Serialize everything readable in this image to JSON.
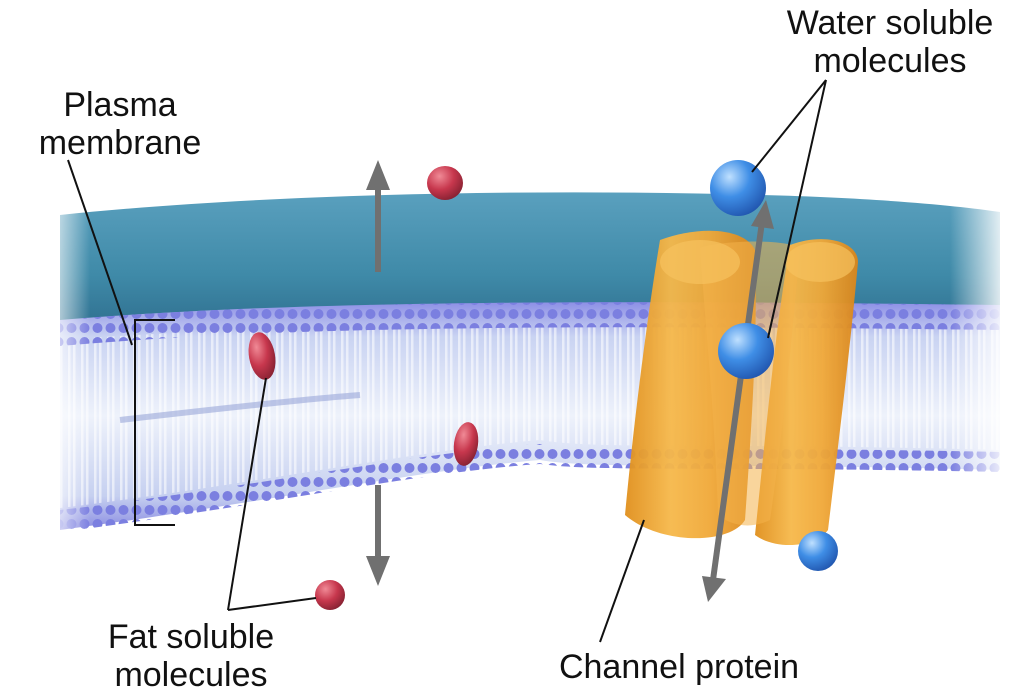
{
  "labels": {
    "plasma_membrane": [
      "Plasma",
      "membrane"
    ],
    "water_soluble": [
      "Water soluble",
      "molecules"
    ],
    "fat_soluble": [
      "Fat soluble",
      "molecules"
    ],
    "channel_protein": "Channel protein"
  },
  "colors": {
    "extracellular": "#4a8fb0",
    "head_groups": "#6f6fd6",
    "tails": "#dfe8f6",
    "channel_protein": "#f2a93b",
    "fat_molecule": "#c0394f",
    "water_molecule": "#3b86e0",
    "arrow": "#707070"
  }
}
